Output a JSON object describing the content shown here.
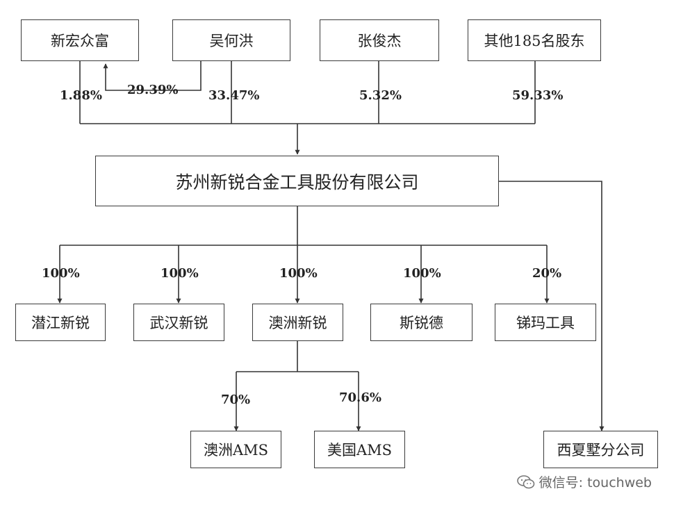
{
  "shareholders": [
    {
      "name": "新宏众富",
      "pct": "1.88%"
    },
    {
      "name": "吴何洪",
      "pct": "33.47%"
    },
    {
      "name": "张俊杰",
      "pct": "5.32%"
    },
    {
      "name": "其他185名股东",
      "pct": "59.33%"
    }
  ],
  "cross_holding_pct": "29.39%",
  "company": "苏州新锐合金工具股份有限公司",
  "subsidiaries": [
    {
      "name": "潜江新锐",
      "pct": "100%"
    },
    {
      "name": "武汉新锐",
      "pct": "100%"
    },
    {
      "name": "澳洲新锐",
      "pct": "100%"
    },
    {
      "name": "斯锐德",
      "pct": "100%"
    },
    {
      "name": "锑玛工具",
      "pct": "20%"
    }
  ],
  "sub_subsidiaries": [
    {
      "name": "澳洲AMS",
      "pct": "70%"
    },
    {
      "name": "美国AMS",
      "pct": "70.6%"
    }
  ],
  "branch": "西夏墅分公司",
  "watermark": {
    "text": "微信号: touchweb",
    "icon": "wechat-icon"
  }
}
